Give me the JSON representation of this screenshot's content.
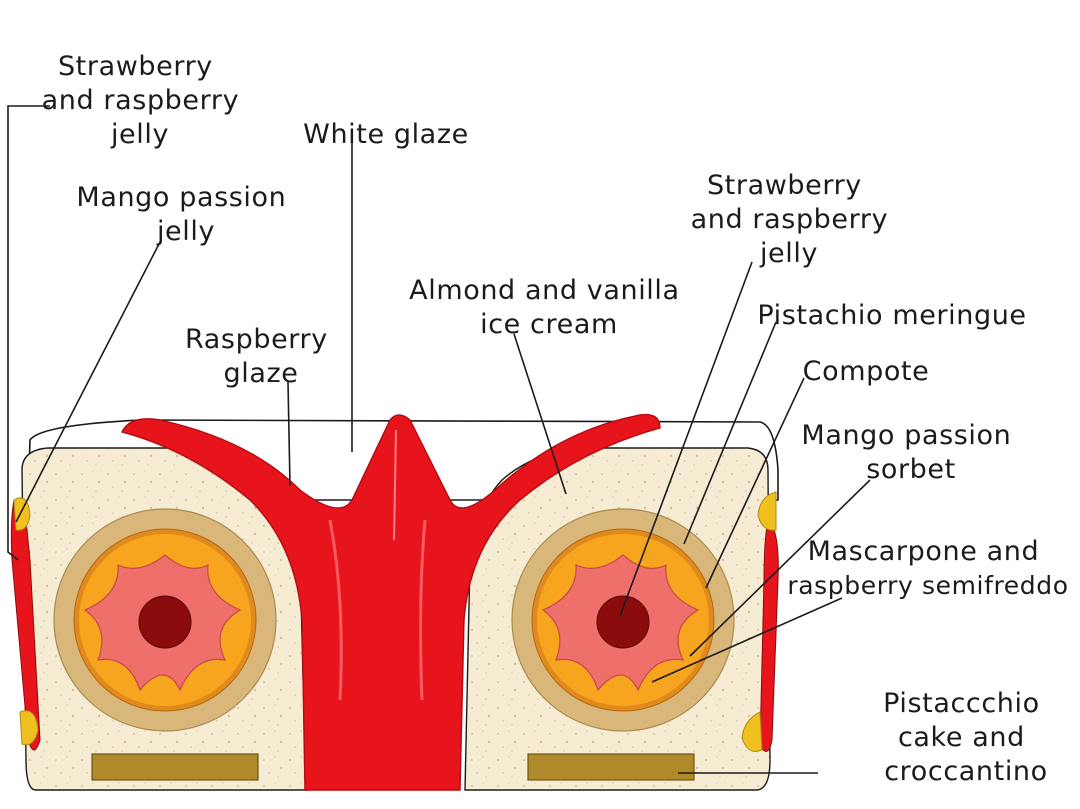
{
  "labels": {
    "strawberry_raspberry_jelly_left": [
      "Strawberry",
      "and raspberry",
      "jelly"
    ],
    "white_glaze": [
      "White glaze"
    ],
    "mango_passion_jelly": [
      "Mango passion",
      "jelly"
    ],
    "raspberry_glaze": [
      "Raspberry",
      "glaze"
    ],
    "almond_vanilla_ice_cream": [
      "Almond and vanilla",
      "ice cream"
    ],
    "strawberry_raspberry_jelly_right": [
      "Strawberry",
      "and raspberry",
      "jelly"
    ],
    "pistachio_meringue": [
      "Pistachio meringue"
    ],
    "compote": [
      "Compote"
    ],
    "mango_passion_sorbet": [
      "Mango passion",
      "sorbet"
    ],
    "mascarpone_raspberry_semifreddo": [
      "Mascarpone and",
      "raspberry semifreddo"
    ],
    "pistachio_cake_croccantino": [
      "Pistaccchio",
      "cake and",
      "croccantino"
    ]
  },
  "colors": {
    "raspberry_glaze": "#e8141c",
    "ice_cream": "#f6ecd4",
    "meringue_ring": "#d9b77a",
    "compote_ring": "#e08a1e",
    "sorbet": "#f7a41f",
    "semifreddo": "#ef6f6a",
    "jelly_center": "#8a0c0c",
    "mango_jelly": "#f0c020",
    "cake_base": "#b08a2a",
    "white_glaze": "#ffffff",
    "line": "#1b1b1b"
  }
}
